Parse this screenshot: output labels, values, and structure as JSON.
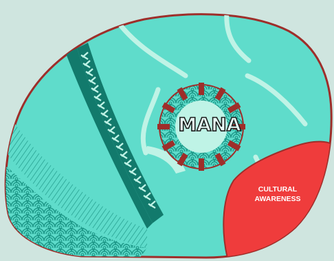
{
  "colors": {
    "background": "#cfe5df",
    "shell_fill": "#5fdccb",
    "shell_outline": "#9e2e2a",
    "light_accent": "#bff3e6",
    "pattern_teal": "#1f9a8a",
    "dark_teal": "#127a6c",
    "segment_red": "#ef3c3c"
  },
  "icons": [
    "nautilus-shell-icon",
    "braid-pattern-icon",
    "wave-pattern-icon"
  ],
  "center": {
    "title": "MANA"
  },
  "segments": [
    {
      "id": "cultural-awareness",
      "lines": [
        "CULTURAL",
        "AWARENESS"
      ]
    }
  ]
}
